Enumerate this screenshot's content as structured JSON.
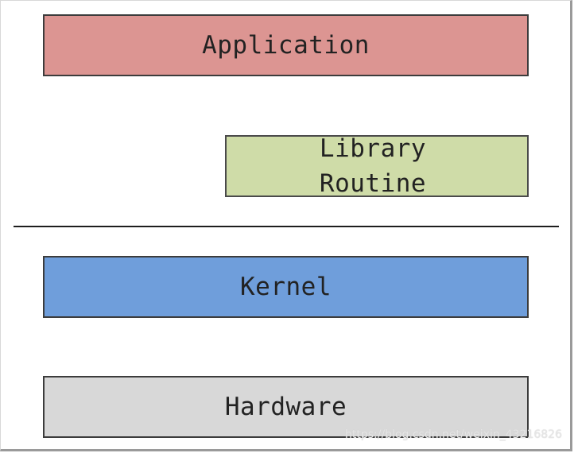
{
  "layers": {
    "application": {
      "label": "Application",
      "color": "#dc9592"
    },
    "library": {
      "line1": "Library",
      "line2": "Routine",
      "color": "#cfdca8"
    },
    "kernel": {
      "label": "Kernel",
      "color": "#6f9edb"
    },
    "hardware": {
      "label": "Hardware",
      "color": "#d8d8d8"
    }
  },
  "watermark": "https://blog.csdn.net/weixin_43216826"
}
